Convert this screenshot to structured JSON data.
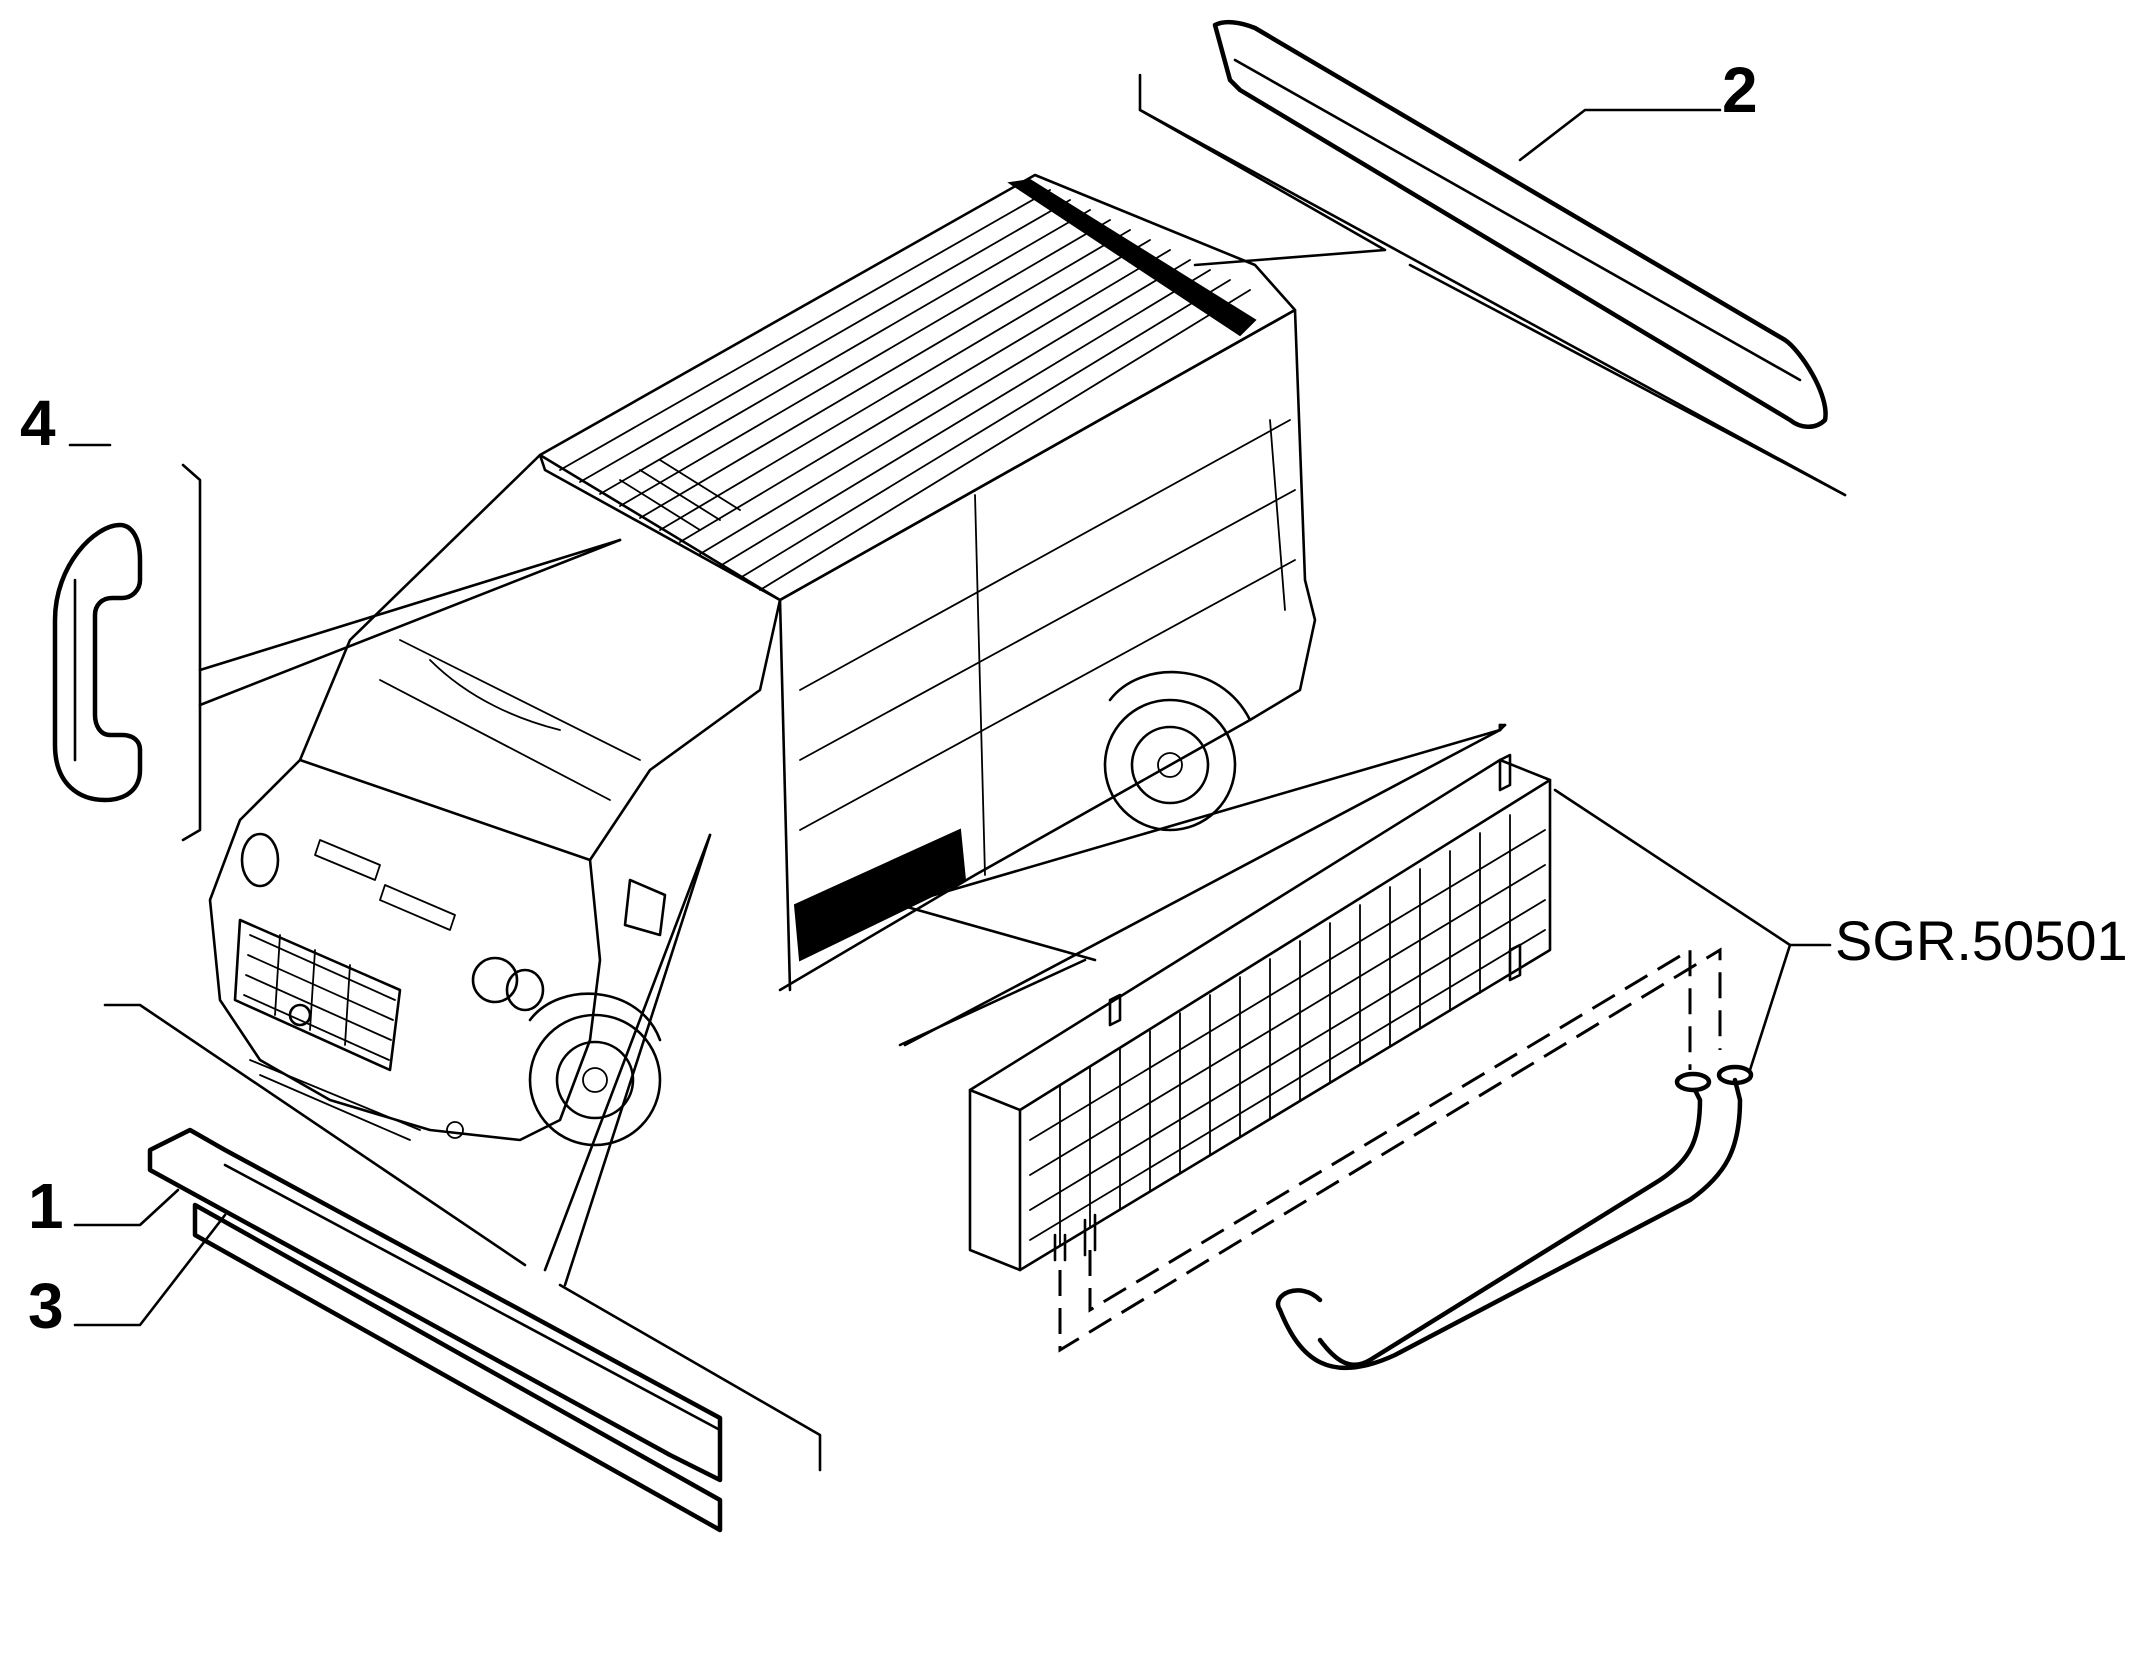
{
  "diagram": {
    "callouts": [
      {
        "id": "1",
        "label": "1"
      },
      {
        "id": "2",
        "label": "2"
      },
      {
        "id": "3",
        "label": "3"
      },
      {
        "id": "4",
        "label": "4"
      }
    ],
    "reference_code": "SGR.50501",
    "colors": {
      "line": "#000000",
      "background": "#ffffff"
    }
  }
}
